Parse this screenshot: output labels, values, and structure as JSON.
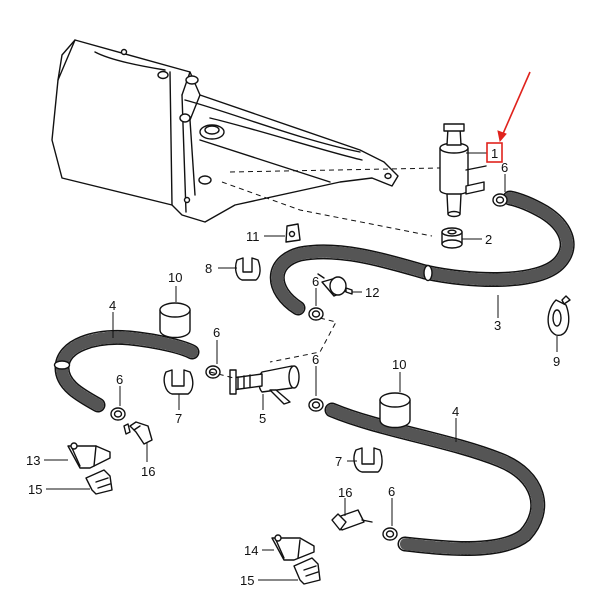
{
  "callouts": {
    "c1": "1",
    "c2": "2",
    "c3": "3",
    "c4a": "4",
    "c4b": "4",
    "c5": "5",
    "c6a": "6",
    "c6b": "6",
    "c6c": "6",
    "c6d": "6",
    "c6e": "6",
    "c6f": "6",
    "c7a": "7",
    "c7b": "7",
    "c8": "8",
    "c9": "9",
    "c10a": "10",
    "c10b": "10",
    "c11": "11",
    "c12": "12",
    "c13": "13",
    "c14": "14",
    "c15a": "15",
    "c15b": "15",
    "c16a": "16",
    "c16b": "16"
  },
  "colors": {
    "highlight": "#e0231d",
    "ink": "#111111"
  }
}
